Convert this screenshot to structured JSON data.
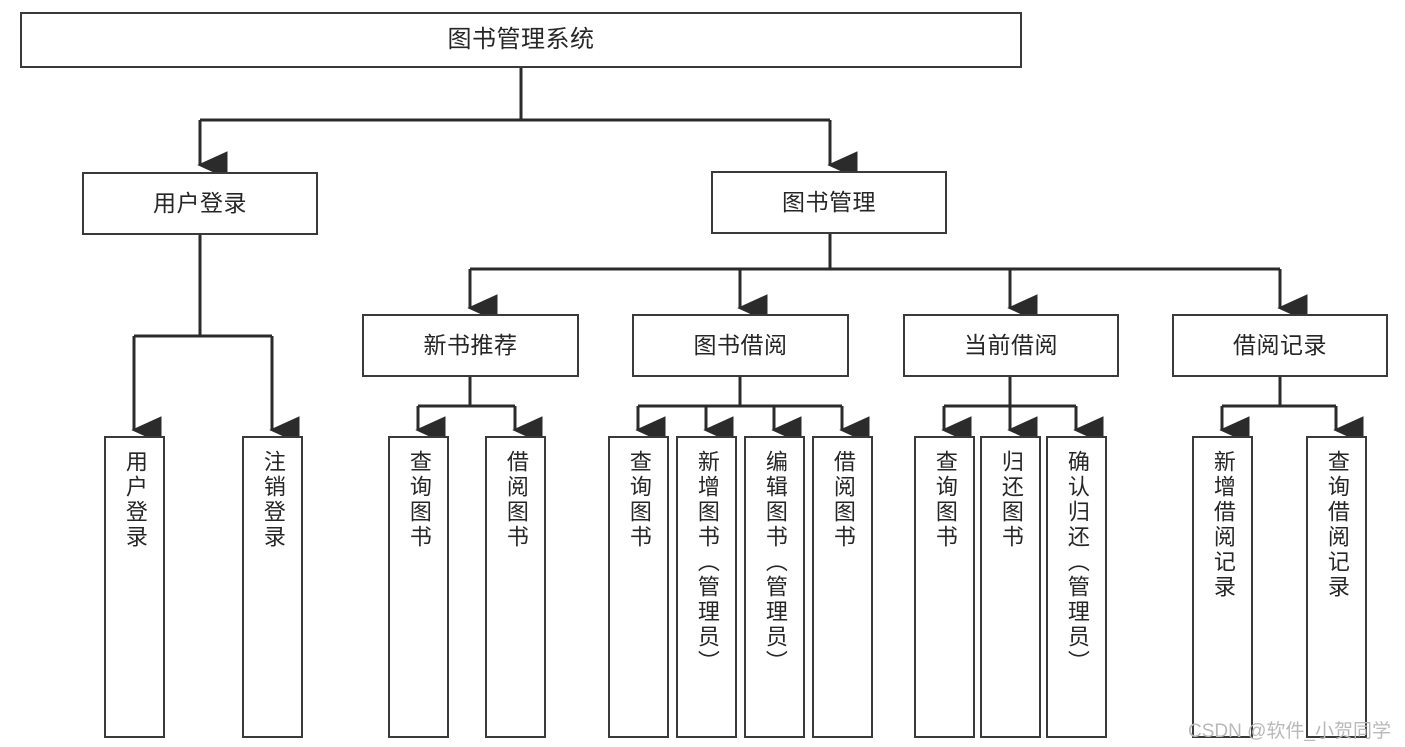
{
  "diagram": {
    "type": "tree",
    "title": "图书管理系统",
    "root": {
      "label": "图书管理系统"
    },
    "level2": [
      {
        "label": "用户登录"
      },
      {
        "label": "图书管理"
      }
    ],
    "level3": [
      {
        "label": "新书推荐"
      },
      {
        "label": "图书借阅"
      },
      {
        "label": "当前借阅"
      },
      {
        "label": "借阅记录"
      }
    ],
    "leaves": {
      "user_login": [
        {
          "label": "用户登录"
        },
        {
          "label": "注销登录"
        }
      ],
      "new_book_recommend": [
        {
          "label": "查询图书"
        },
        {
          "label": "借阅图书"
        }
      ],
      "book_borrow": [
        {
          "label": "查询图书"
        },
        {
          "label": "新增图书（管理员）"
        },
        {
          "label": "编辑图书（管理员）"
        },
        {
          "label": "借阅图书"
        }
      ],
      "current_borrow": [
        {
          "label": "查询图书"
        },
        {
          "label": "归还图书"
        },
        {
          "label": "确认归还（管理员）"
        }
      ],
      "borrow_record": [
        {
          "label": "新增借阅记录"
        },
        {
          "label": "查询借阅记录"
        }
      ]
    },
    "watermark": "CSDN @软件_小贺同学",
    "colors": {
      "border": "#3a3a3a",
      "background": "#ffffff",
      "text": "#262626",
      "watermark": "#b9b9b9"
    }
  }
}
